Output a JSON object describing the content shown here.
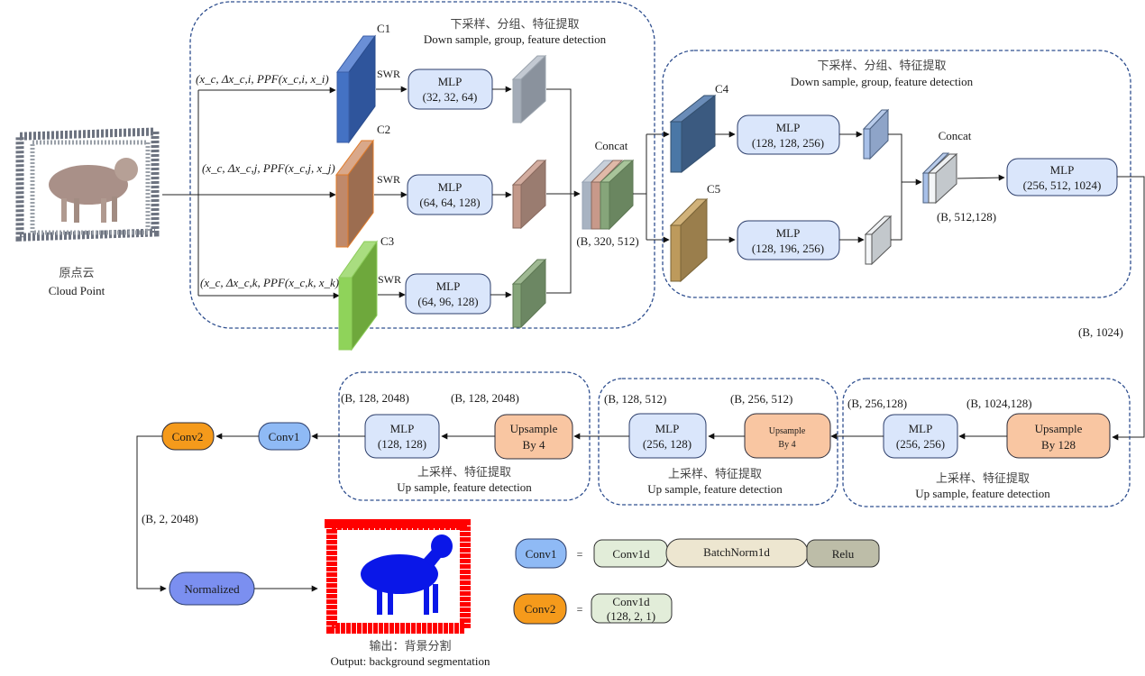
{
  "input": {
    "label_cn": "原点云",
    "label_en": "Cloud Point"
  },
  "module1": {
    "title_cn": "下采样、分组、特征提取",
    "title_en": "Down sample,  group, feature detection",
    "branches": [
      {
        "conv": "C1",
        "input_label": "(x_c, Δx_c,i, PPF(x_c,i, x_i)",
        "swr": "SWR",
        "mlp_title": "MLP",
        "mlp_params": "(32, 32, 64)",
        "color": "#4472c4",
        "out_color": "#a4acb8"
      },
      {
        "conv": "C2",
        "input_label": "(x_c, Δx_c,j, PPF(x_c,j, x_j)",
        "swr": "SWR",
        "mlp_title": "MLP",
        "mlp_params": "(64, 64, 128)",
        "color": "#c0896a",
        "out_color": "#b89585"
      },
      {
        "conv": "C3",
        "input_label": "(x_c, Δx_c,k, PPF(x_c,k, x_k)",
        "swr": "SWR",
        "mlp_title": "MLP",
        "mlp_params": "(64, 96, 128)",
        "color": "#7fbf4a",
        "out_color": "#7e9c72"
      }
    ],
    "concat_label": "Concat",
    "concat_shape": "(B, 320, 512)"
  },
  "module2": {
    "title_cn": "下采样、分组、特征提取",
    "title_en": "Down sample,  group, feature detection",
    "branches": [
      {
        "conv": "C4",
        "mlp_title": "MLP",
        "mlp_params": "(128, 128, 256)",
        "color": "#4a6f99"
      },
      {
        "conv": "C5",
        "mlp_title": "MLP",
        "mlp_params": "(128, 196, 256)",
        "color": "#b8955a"
      }
    ],
    "concat_label": "Concat",
    "concat_shape": "(B, 512,128)",
    "final_mlp_title": "MLP",
    "final_mlp_params": "(256, 512, 1024)"
  },
  "global_shape": "(B, 1024)",
  "up3": {
    "in_shape": "(B, 1024,128)",
    "out_shape": "(B, 256,128)",
    "ups_title": "Upsample",
    "ups_factor": "By 128",
    "mlp_title": "MLP",
    "mlp_params": "(256, 256)",
    "title_cn": "上采样、特征提取",
    "title_en": "Up sample,  feature detection"
  },
  "up2": {
    "in_shape": "(B, 256, 512)",
    "out_shape": "(B, 128, 512)",
    "ups_title": "Upsample",
    "ups_factor": "By 4",
    "mlp_title": "MLP",
    "mlp_params": "(256, 128)",
    "title_cn": "上采样、特征提取",
    "title_en": "Up sample,  feature detection"
  },
  "up1": {
    "in_shape": "(B, 128, 2048)",
    "out_shape": "(B, 128, 2048)",
    "ups_title": "Upsample",
    "ups_factor": "By 4",
    "mlp_title": "MLP",
    "mlp_params": "(128, 128)",
    "title_cn": "上采样、特征提取",
    "title_en": "Up sample, feature detection"
  },
  "head": {
    "conv1": "Conv1",
    "conv2": "Conv2",
    "conv2_shape": "(B, 2, 2048)",
    "normalized": "Normalized"
  },
  "output": {
    "label_cn": "输出：背景分割",
    "label_en": "Output: background segmentation"
  },
  "legend": {
    "conv1": "Conv1",
    "conv2": "Conv2",
    "equals": "=",
    "conv1_parts": [
      "Conv1d",
      "BatchNorm1d",
      "Relu"
    ],
    "conv2_part_title": "Conv1d",
    "conv2_part_params": "(128, 2, 1)"
  },
  "colors": {
    "mlp_fill": "#dae6fb",
    "upsample_fill": "#f9c6a2",
    "conv1_fill": "#8fbaf5",
    "conv2_fill": "#f59a1b",
    "normalized_fill": "#7b8ff0",
    "dashed_border": "#2f4f8f",
    "seg_background": "#ff0000",
    "seg_object": "#0a17e8"
  }
}
